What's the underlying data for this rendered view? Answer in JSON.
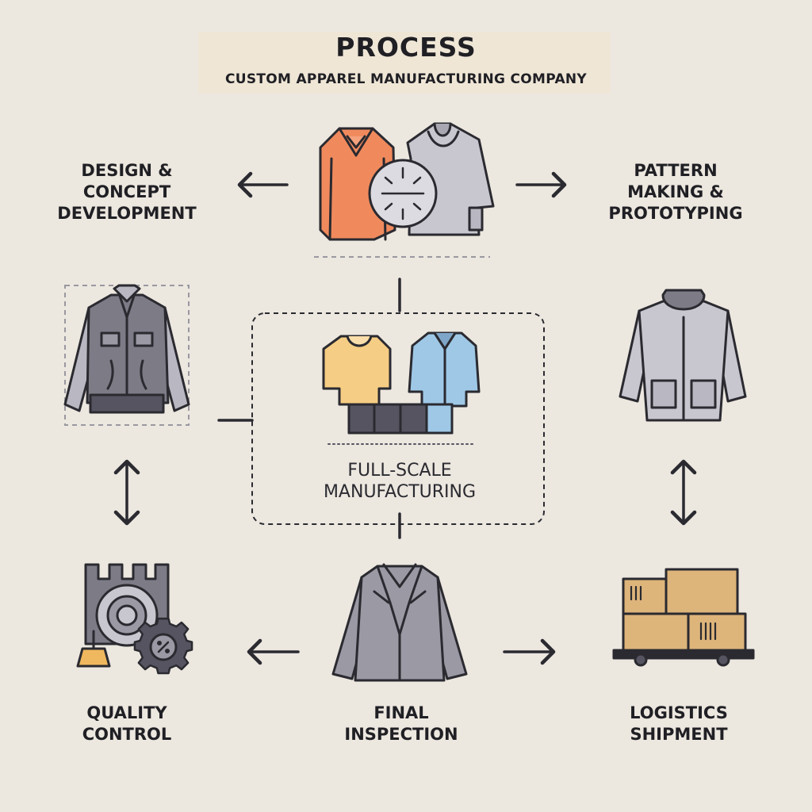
{
  "header": {
    "title": "PROCESS",
    "subtitle": "CUSTOM APPAREL MANUFACTURING COMPANY"
  },
  "steps": {
    "design": {
      "line1": "DESIGN &",
      "line2": "CONCEPT",
      "line3": "DEVELOPMENT"
    },
    "pattern": {
      "line1": "PATTERN",
      "line2": "MAKING &",
      "line3": "PROTOTYPING"
    },
    "manufacturing": {
      "line1": "FULL-SCALE",
      "line2": "MANUFACTURING"
    },
    "quality": {
      "line1": "QUALITY",
      "line2": "CONTROL"
    },
    "inspection": {
      "line1": "FINAL",
      "line2": "INSPECTION"
    },
    "logistics": {
      "line1": "LOGISTICS",
      "line2": "SHIPMENT"
    }
  },
  "icons": [
    "shirt-and-sweater-icon",
    "vest-jacket-icon",
    "turtleneck-coat-icon",
    "tshirts-on-tray-icon",
    "quality-gear-icon",
    "blazer-icon",
    "boxes-cart-icon"
  ],
  "colors": {
    "background": "#ece7df",
    "stroke": "#2a2a30",
    "orange": "#f08a5d",
    "gray": "#b9b8c2",
    "dark_gray": "#7d7b86",
    "yellow": "#f6cd84",
    "blue": "#9fc8e6",
    "tan": "#ddb47a"
  }
}
